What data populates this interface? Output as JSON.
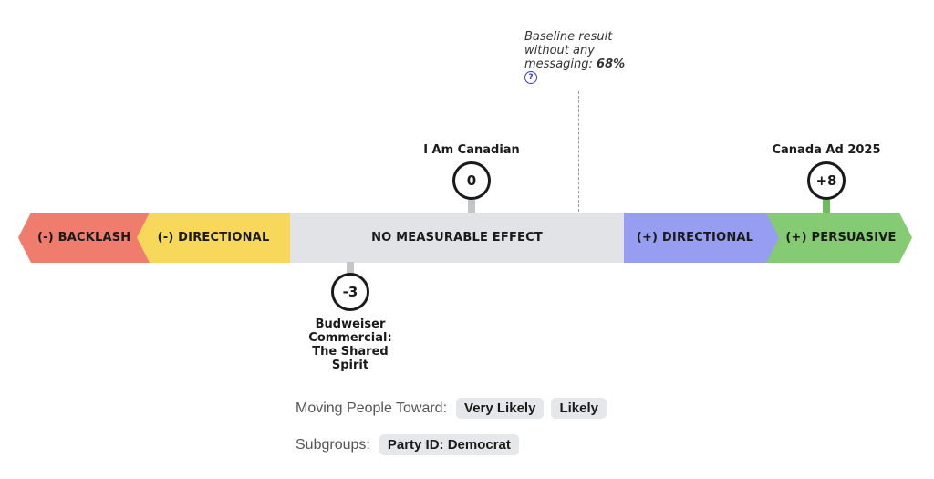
{
  "baseline": {
    "line1": "Baseline result",
    "line2": "without any",
    "line3_prefix": "messaging: ",
    "value": "68%",
    "help_icon": "?"
  },
  "scale": {
    "bands": [
      {
        "label": "(-) BACKLASH",
        "color": "#ef7c6c"
      },
      {
        "label": "(-) DIRECTIONAL",
        "color": "#f8d85a"
      },
      {
        "label": "NO MEASURABLE EFFECT",
        "color": "#e1e3e6"
      },
      {
        "label": "(+) DIRECTIONAL",
        "color": "#979df0"
      },
      {
        "label": "(+) PERSUASIVE",
        "color": "#84cb74"
      }
    ]
  },
  "markers": [
    {
      "name": "I Am Canadian",
      "value": "0"
    },
    {
      "name": "Canada Ad 2025",
      "value": "+8"
    },
    {
      "name": "Budweiser Commercial: The Shared Spirit",
      "value": "-3",
      "line1": "Budweiser",
      "line2": "Commercial:",
      "line3": "The Shared",
      "line4": "Spirit"
    }
  ],
  "filters": {
    "moving_label": "Moving People Toward:",
    "moving_chips": [
      "Very Likely",
      "Likely"
    ],
    "subgroups_label": "Subgroups:",
    "subgroup_chips": [
      "Party ID: Democrat"
    ]
  }
}
